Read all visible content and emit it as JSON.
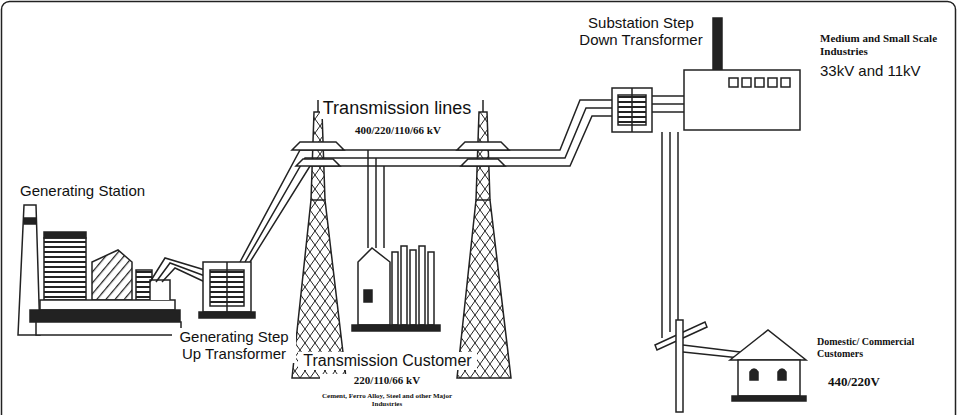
{
  "diagram": {
    "labels": [
      "Generating Station",
      "Generating Step Up Transformer",
      "Transmission lines",
      "400/220/110/66 kV",
      "Transmission Customer",
      "220/110/66 kV",
      "Cement, Ferro Alloy, Steel and other Major Industries",
      "Substation Step Down Transformer",
      "Medium and Small Scale Industries",
      "33kV and 11kV",
      "Domestic/ Commercial Customers",
      "440/220V"
    ]
  }
}
